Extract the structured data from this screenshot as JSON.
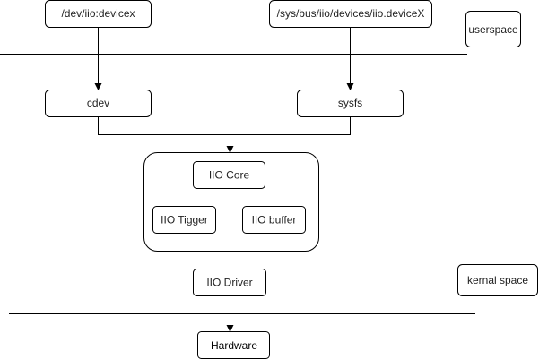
{
  "nodes": {
    "dev": "/dev/iio:devicex",
    "sys": "/sys/bus/iio/devices/iio.deviceX",
    "userspace": "userspace",
    "cdev": "cdev",
    "sysfs": "sysfs",
    "core": "IIO Core",
    "trigger": "IIO Tigger",
    "buffer": "IIO buffer",
    "driver": "IIO Driver",
    "kernel": "kernal space",
    "hardware": "Hardware"
  }
}
